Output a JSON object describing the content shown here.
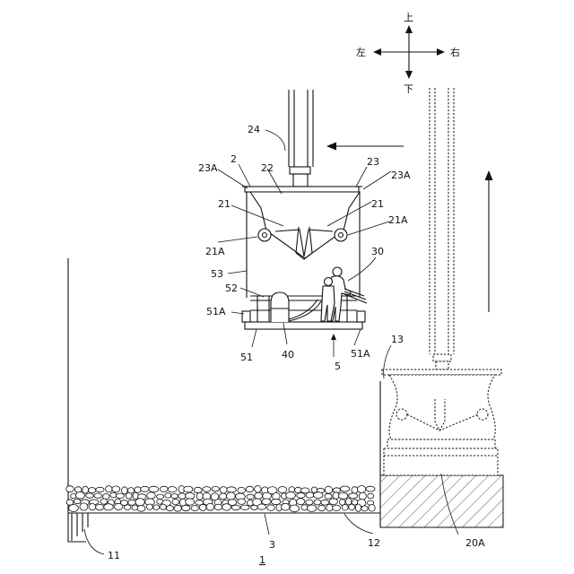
{
  "directions": {
    "up": "上",
    "down": "下",
    "left": "左",
    "right": "右"
  },
  "labels": {
    "figure_number": "1",
    "machine": "2",
    "pit": "3",
    "platform_unit": "5",
    "floor_edge": "11",
    "pit_bottom": "12",
    "pit_wall_top": "13",
    "spreader_top": "23",
    "spreader_rod": "24",
    "hook_center": "22",
    "rail_left": "23A",
    "rail_right": "23A",
    "arm_left": "21",
    "arm_right": "21",
    "pivot_left": "21A",
    "pivot_right": "21A",
    "cage_wall": "53",
    "inner_rail": "52",
    "operator": "30",
    "bucket": "40",
    "base_plate": "51",
    "corner_left": "51A",
    "corner_right": "51A",
    "rest_position": "20A"
  }
}
